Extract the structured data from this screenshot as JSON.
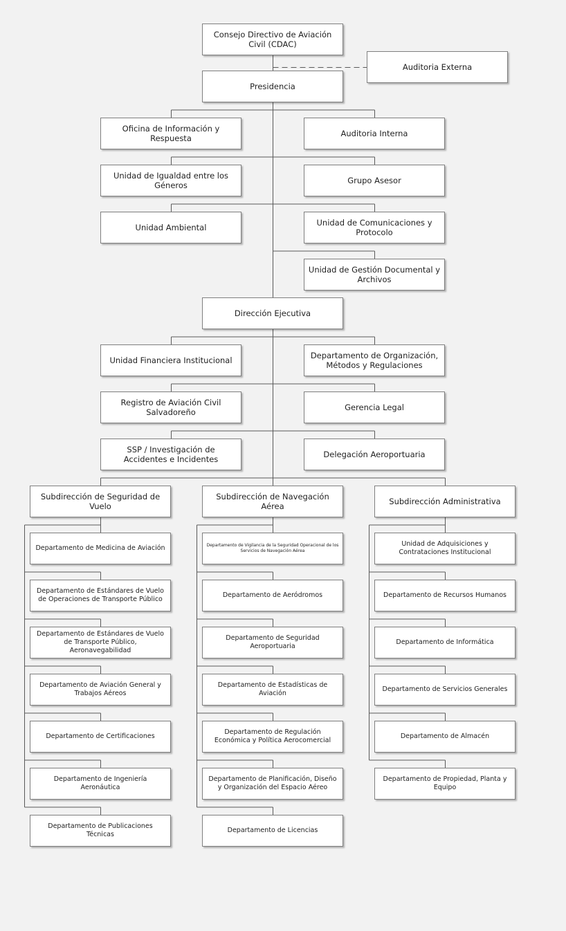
{
  "chart_type": "organizational-chart",
  "line_color": "#595959",
  "box_border_color": "#7f7f7f",
  "background_color": "#f2f2f2",
  "nodes": {
    "cdac": "Consejo Directivo de Aviación Civil (CDAC)",
    "auditoria_externa": "Auditoria Externa",
    "presidencia": "Presidencia",
    "oficina_informacion": "Oficina de Información y Respuesta",
    "auditoria_interna": "Auditoria Interna",
    "unidad_igualdad": "Unidad de Igualdad entre los Géneros",
    "grupo_asesor": "Grupo Asesor",
    "unidad_ambiental": "Unidad Ambiental",
    "unidad_comunicaciones": "Unidad de Comunicaciones y Protocolo",
    "unidad_gestion_documental": "Unidad de Gestión Documental y Archivos",
    "direccion_ejecutiva": "Dirección Ejecutiva",
    "unidad_financiera": "Unidad Financiera Institucional",
    "depto_organizacion": "Departamento de Organización, Métodos y Regulaciones",
    "registro_aviacion": "Registro de Aviación Civil Salvadoreño",
    "gerencia_legal": "Gerencia Legal",
    "ssp_investigacion": "SSP / Investigación de Accidentes e Incidentes",
    "delegacion_aeroportuaria": "Delegación Aeroportuaria",
    "subdir_seguridad_vuelo": "Subdirección de Seguridad de Vuelo",
    "subdir_navegacion_aerea": "Subdirección de Navegación Aérea",
    "subdir_administrativa": "Subdirección Administrativa"
  },
  "departments": {
    "seguridad_vuelo": [
      "Departamento de Medicina de Aviación",
      "Departamento de Estándares de Vuelo de Operaciones de Transporte Público",
      "Departamento de Estándares de Vuelo de Transporte Público, Aeronavegabilidad",
      "Departamento de Aviación General y Trabajos Aéreos",
      "Departamento de Certificaciones",
      "Departamento de Ingeniería Aeronáutica",
      "Departamento de Publicaciones Técnicas"
    ],
    "navegacion_aerea": [
      "Departamento de Vigilancia de la Seguridad Operacional de los Servicios de Navegación Aérea",
      "Departamento de Aeródromos",
      "Departamento de Seguridad Aeroportuaria",
      "Departamento de Estadísticas de Aviación",
      "Departamento de Regulación Económica y Política Aerocomercial",
      "Departamento de Planificación, Diseño y Organización del Espacio Aéreo",
      "Departamento de Licencias"
    ],
    "administrativa": [
      "Unidad de Adquisiciones y Contrataciones Institucional",
      "Departamento de Recursos Humanos",
      "Departamento de Informática",
      "Departamento de Servicios Generales",
      "Departamento de Almacén",
      "Departamento de Propiedad, Planta y Equipo"
    ]
  }
}
